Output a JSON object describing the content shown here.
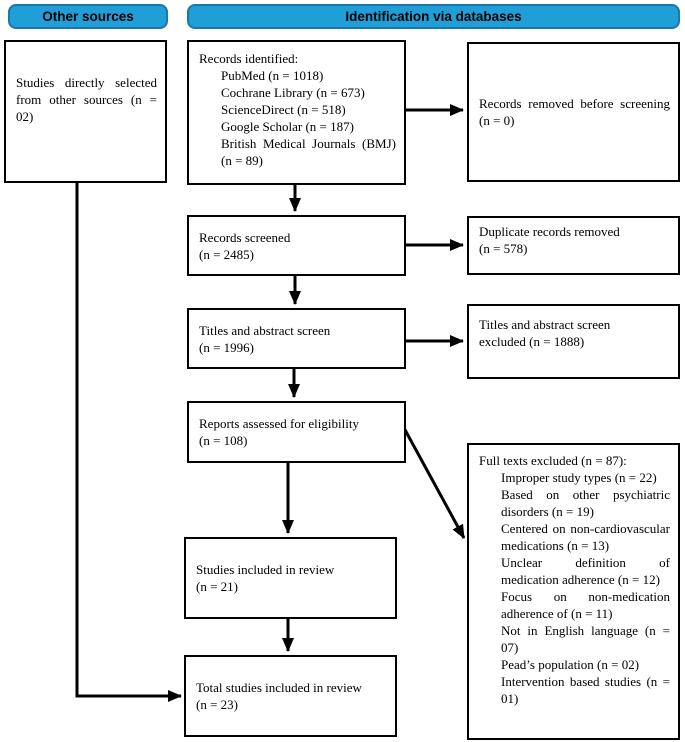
{
  "headers": {
    "other_sources": "Other sources",
    "identification_via_databases": "Identification via databases"
  },
  "colors": {
    "header_fill": "#1f9ed8",
    "header_border": "#1878ab",
    "box_border": "#000000",
    "arrow": "#000000",
    "text": "#000000"
  },
  "boxes": {
    "other_sources": "Studies directly selected from other sources (n = 02)",
    "records_identified": {
      "title": "Records identified:",
      "items": [
        "PubMed (n = 1018)",
        "Cochrane Library (n = 673)",
        "ScienceDirect (n = 518)",
        "Google Scholar (n = 187)",
        "British Medical Journals (BMJ) (n = 89)"
      ]
    },
    "records_removed": "Records removed before screening (n = 0)",
    "records_screened": "Records screened\n(n = 2485)",
    "duplicates_removed": "Duplicate records removed\n(n = 578)",
    "titles_abstract_screen": "Titles and abstract screen\n(n = 1996)",
    "titles_abstract_excluded": "Titles and abstract screen\nexcluded (n = 1888)",
    "reports_assessed": "Reports assessed for eligibility\n(n = 108)",
    "full_texts_excluded": {
      "title": "Full texts excluded (n = 87):",
      "items": [
        "Improper study types (n = 22)",
        "Based on other psychiatric disorders (n = 19)",
        "Centered on non-cardiovascular medications (n = 13)",
        "Unclear definition of medication adherence (n = 12)",
        "Focus on non-medication adherence of (n = 11)",
        "Not in English language (n = 07)",
        "Pead’s population (n = 02)",
        "Intervention based studies (n = 01)"
      ]
    },
    "studies_included": "Studies included in review\n(n = 21)",
    "total_studies": "Total studies included in review\n(n = 23)"
  }
}
